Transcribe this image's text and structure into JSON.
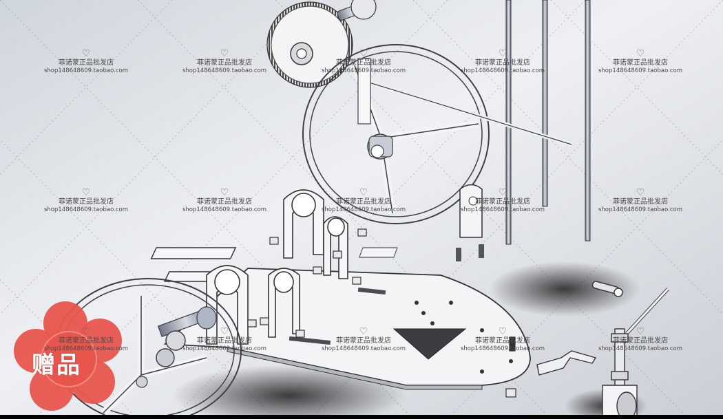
{
  "watermark": {
    "shop_name": "菲诺蒙正品批发店",
    "shop_url": "shop148648609.taobao.com",
    "icon": "heart-icon"
  },
  "badge": {
    "label": "赠品",
    "color": "#e8554d"
  },
  "colors": {
    "background": "#d8dde3",
    "part_fill": "#f4f4f6",
    "part_stroke": "#4a4a52",
    "metal": "#9aa3b0"
  }
}
